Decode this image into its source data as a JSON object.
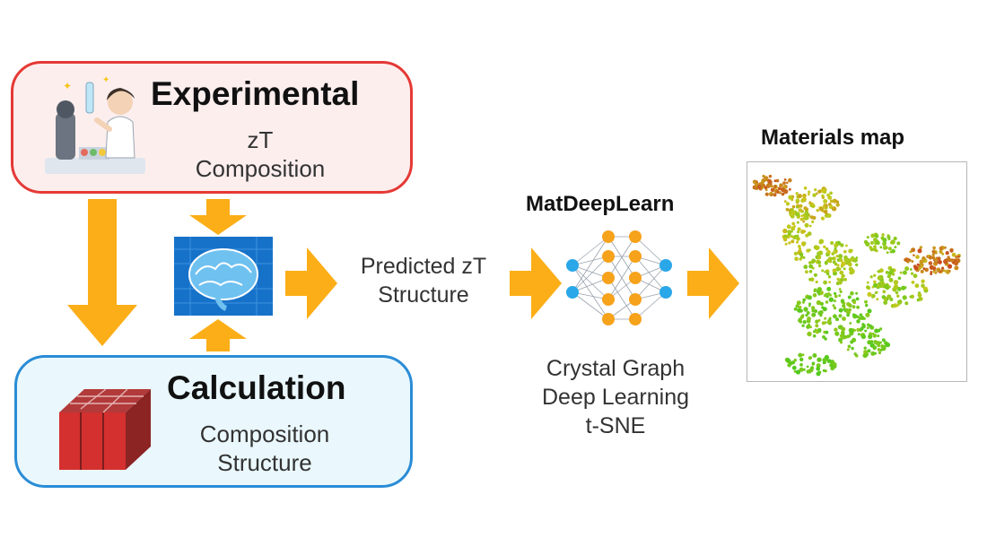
{
  "experimental": {
    "title": "Experimental",
    "line1": "zT",
    "line2": "Composition"
  },
  "calculation": {
    "title": "Calculation",
    "line1": "Composition",
    "line2": "Structure"
  },
  "prediction": {
    "line1": "Predicted zT",
    "line2": "Structure"
  },
  "model": {
    "title": "MatDeepLearn",
    "line1": "Crystal Graph",
    "line2": "Deep Learning",
    "line3": "t-SNE"
  },
  "map": {
    "title": "Materials map"
  },
  "colors": {
    "arrow": "#fbae17",
    "exp_border": "#e53935",
    "exp_fill": "#fdeeee",
    "calc_border": "#2a8cd6",
    "calc_fill": "#eaf8fd",
    "node_orange": "#f7a21b",
    "node_blue": "#2aa7e8",
    "brain_bg": "#1672c9"
  },
  "icons": [
    "scientist-icon",
    "brain-icon",
    "server-rack-icon",
    "neural-network-icon",
    "materials-map-scatter"
  ]
}
